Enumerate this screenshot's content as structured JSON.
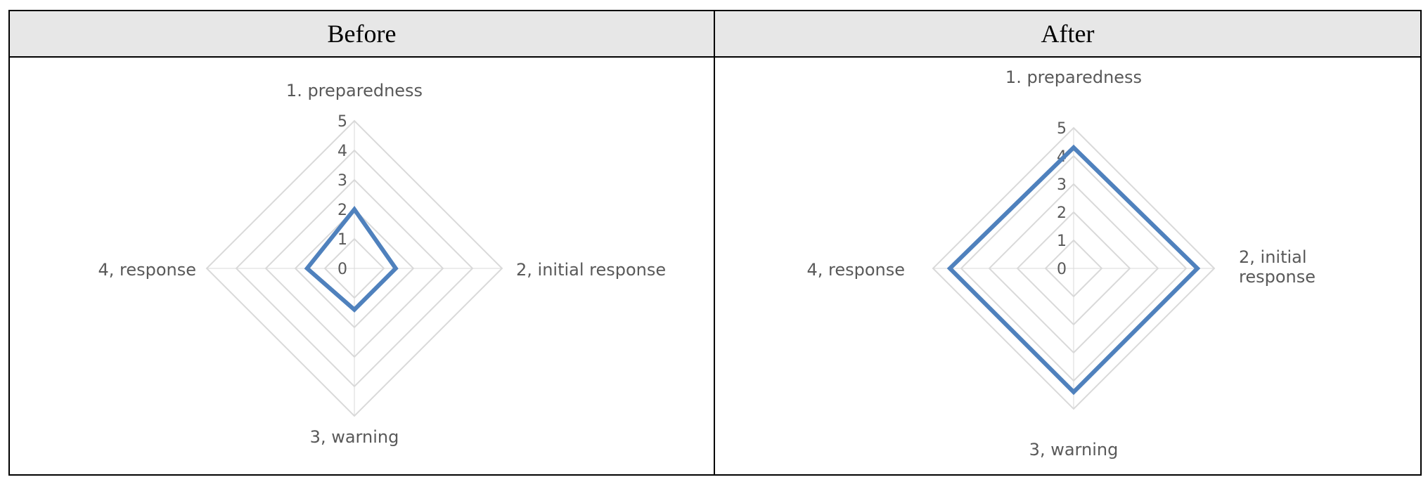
{
  "table": {
    "headers": [
      "Before",
      "After"
    ]
  },
  "chart_data": [
    {
      "type": "radar",
      "categories": [
        "1. preparedness",
        "2, initial response",
        "3, warning",
        "4, response"
      ],
      "values": [
        2,
        1.4,
        1.4,
        1.6
      ],
      "rlim": [
        0,
        5
      ],
      "ticks": [
        "0",
        "1",
        "2",
        "3",
        "4",
        "5"
      ],
      "series_color": "#4f81bd",
      "grid_color": "#d9d9d9"
    },
    {
      "type": "radar",
      "categories": [
        "1. preparedness",
        "2, initial response",
        "3, warning",
        "4, response"
      ],
      "values": [
        4.3,
        4.4,
        4.4,
        4.4
      ],
      "rlim": [
        0,
        5
      ],
      "ticks": [
        "0",
        "1",
        "2",
        "3",
        "4",
        "5"
      ],
      "series_color": "#4f81bd",
      "grid_color": "#d9d9d9"
    }
  ]
}
